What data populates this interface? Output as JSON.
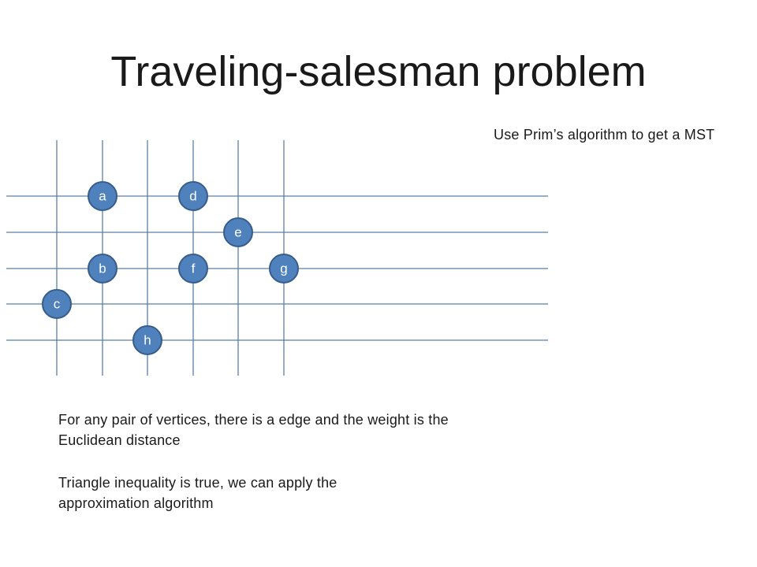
{
  "slide": {
    "title": "Traveling-salesman problem",
    "notes": {
      "prim": "Use Prim’s algorithm to get a MST",
      "edges": "For any pair of vertices, there is a edge and the weight is the Euclidean distance",
      "triangle": "Triangle inequality is true, we can apply the approximation algorithm"
    }
  },
  "diagram": {
    "colors": {
      "grid_line": "#5b7fa8",
      "vertex_fill": "#4f81bd",
      "vertex_stroke": "#385d8a",
      "vertex_text": "#ffffff"
    },
    "vertices": [
      {
        "label": "a",
        "col": 2,
        "row": 1
      },
      {
        "label": "d",
        "col": 4,
        "row": 1
      },
      {
        "label": "e",
        "col": 5,
        "row": 2
      },
      {
        "label": "b",
        "col": 2,
        "row": 3
      },
      {
        "label": "f",
        "col": 4,
        "row": 3
      },
      {
        "label": "g",
        "col": 6,
        "row": 3
      },
      {
        "label": "c",
        "col": 1,
        "row": 4
      },
      {
        "label": "h",
        "col": 3,
        "row": 5
      }
    ]
  }
}
